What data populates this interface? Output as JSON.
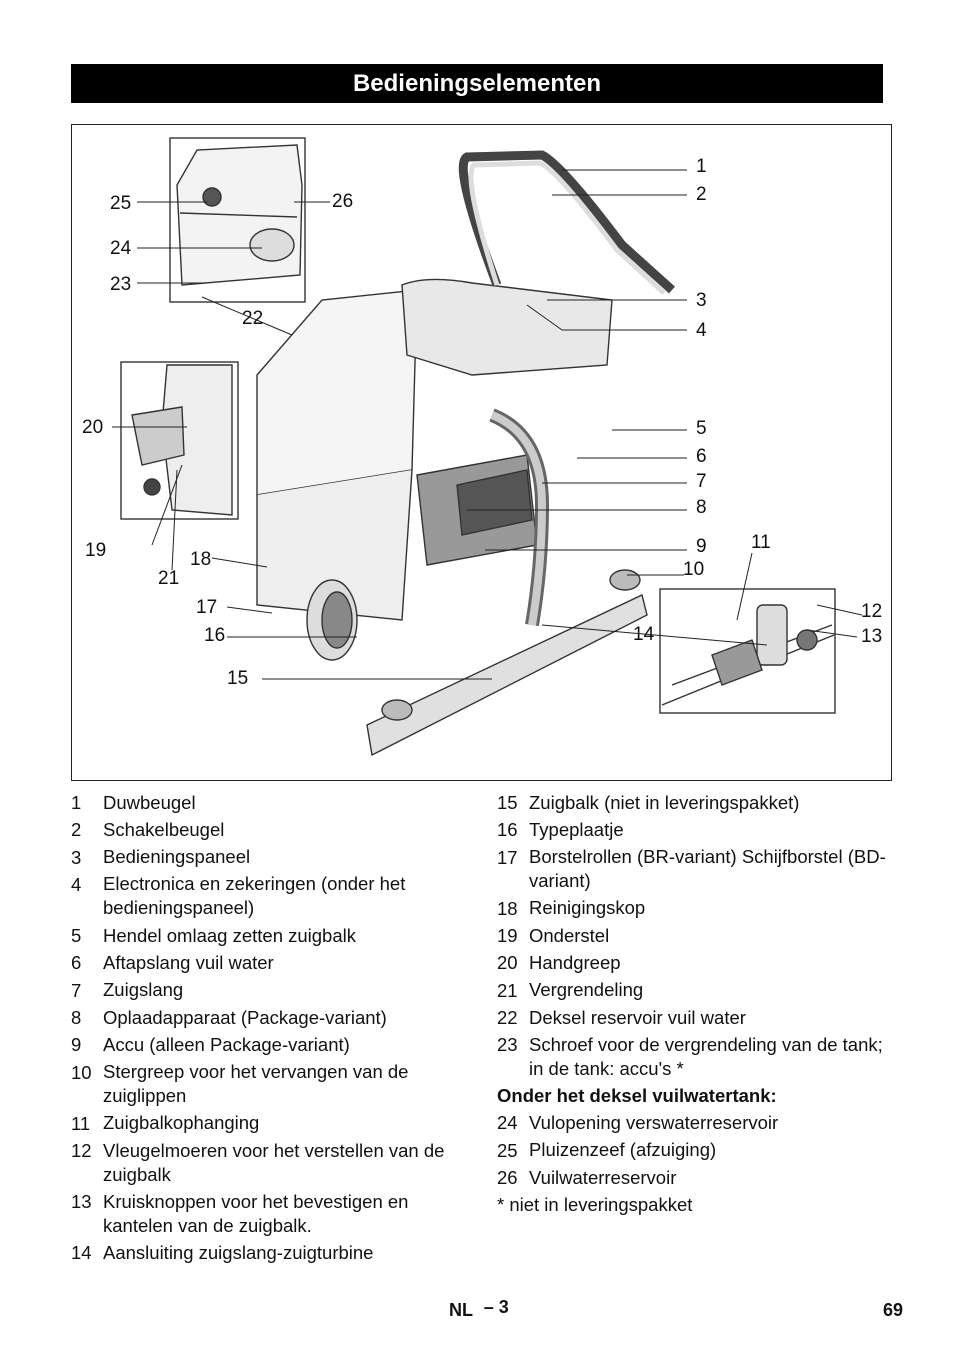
{
  "title": "Bedieningselementen",
  "callouts": [
    "1",
    "2",
    "3",
    "4",
    "5",
    "6",
    "7",
    "8",
    "9",
    "10",
    "11",
    "12",
    "13",
    "14",
    "15",
    "16",
    "17",
    "18",
    "19",
    "20",
    "21",
    "22",
    "23",
    "24",
    "25",
    "26"
  ],
  "left_items": [
    {
      "num": "1",
      "text": "Duwbeugel"
    },
    {
      "num": "2",
      "text": "Schakelbeugel"
    },
    {
      "num": "3",
      "text": "Bedieningspaneel"
    },
    {
      "num": "4",
      "text": "Electronica en zekeringen (onder het bedieningspaneel)"
    },
    {
      "num": "5",
      "text": "Hendel omlaag zetten zuigbalk"
    },
    {
      "num": "6",
      "text": "Aftapslang vuil water"
    },
    {
      "num": "7",
      "text": "Zuigslang"
    },
    {
      "num": "8",
      "text": "Oplaadapparaat (Package-variant)"
    },
    {
      "num": "9",
      "text": "Accu (alleen Package-variant)"
    },
    {
      "num": "10",
      "text": "Stergreep voor het vervangen van de zuiglippen"
    },
    {
      "num": "11",
      "text": "Zuigbalkophanging"
    },
    {
      "num": "12",
      "text": "Vleugelmoeren voor het verstellen van de zuigbalk"
    },
    {
      "num": "13",
      "text": "Kruisknoppen voor het bevestigen en kantelen van de zuigbalk."
    },
    {
      "num": "14",
      "text": "Aansluiting zuigslang-zuigturbine"
    }
  ],
  "right_items": [
    {
      "num": "15",
      "text": "Zuigbalk (niet in leveringspakket)"
    },
    {
      "num": "16",
      "text": "Typeplaatje"
    },
    {
      "num": "17",
      "text": "Borstelrollen (BR-variant) Schijfborstel (BD-variant)"
    },
    {
      "num": "18",
      "text": "Reinigingskop"
    },
    {
      "num": "19",
      "text": "Onderstel"
    },
    {
      "num": "20",
      "text": "Handgreep"
    },
    {
      "num": "21",
      "text": "Vergrendeling"
    },
    {
      "num": "22",
      "text": "Deksel reservoir vuil water"
    },
    {
      "num": "23",
      "text": "Schroef voor de vergrendeling van de tank; in de tank: accu's *"
    }
  ],
  "subheading": "Onder het deksel vuilwatertank:",
  "right_items_2": [
    {
      "num": "24",
      "text": "Vulopening verswaterreservoir"
    },
    {
      "num": "25",
      "text": "Pluizenzeef (afzuiging)"
    },
    {
      "num": "26",
      "text": "Vuilwaterreservoir"
    }
  ],
  "note": "* niet in leveringspakket",
  "footer": {
    "lang": "NL",
    "section": "– 3",
    "page": "69"
  }
}
